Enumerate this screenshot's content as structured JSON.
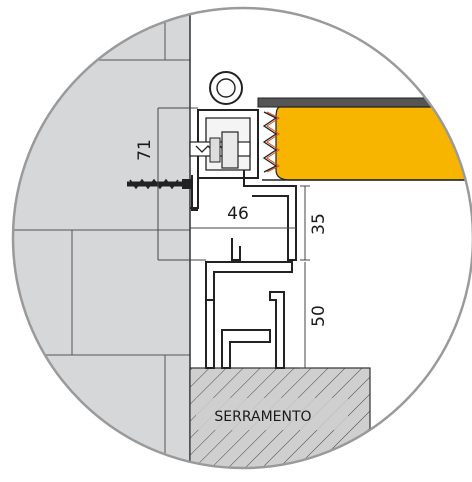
{
  "dimensions": {
    "height_71": "71",
    "width_46": "46",
    "height_35": "35",
    "height_50": "50"
  },
  "labels": {
    "frame": "SERRAMENTO"
  },
  "colors": {
    "wall_fill": "#d6d7d9",
    "panel_fill": "#f7b500",
    "hatch_fill": "#cfcfcf",
    "line": "#1a1a1a"
  }
}
